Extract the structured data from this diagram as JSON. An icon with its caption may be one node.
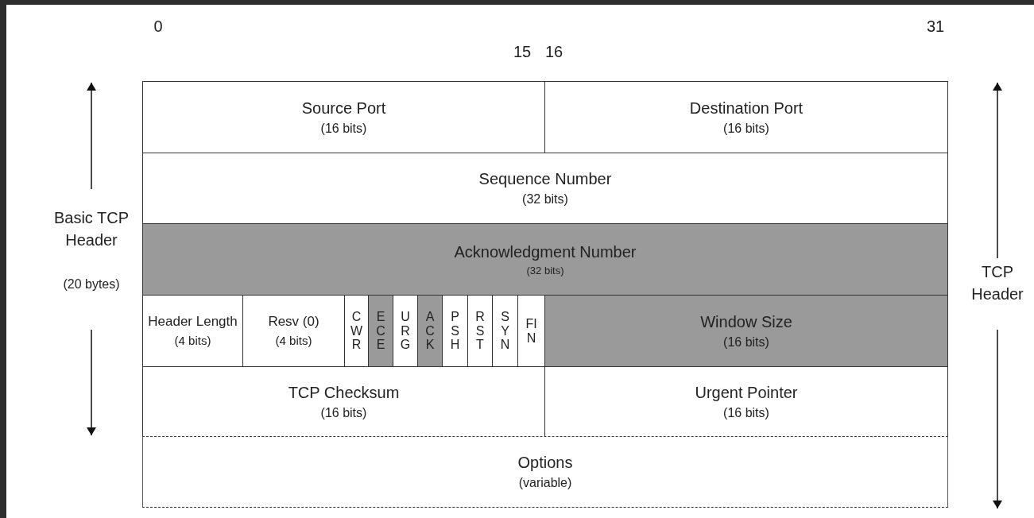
{
  "diagram": {
    "nodes": [
      {
        "text": [
          "Source Port",
          "(16 bits)"
        ]
      },
      {
        "text": [
          "Destination Port",
          "(16 bits)"
        ]
      },
      {
        "text": [
          "Sequence Number",
          "(32 bits)"
        ]
      },
      {
        "text": [
          "Acknowledgment Number",
          "(32 bits)"
        ]
      },
      {
        "text": [
          "Header Length",
          "(4 bits)"
        ]
      },
      {
        "text": [
          "Resv (0)",
          "(4 bits)"
        ]
      },
      {
        "text": [
          "CWR"
        ]
      },
      {
        "text": [
          "ECE"
        ]
      },
      {
        "text": [
          "URG"
        ]
      },
      {
        "text": [
          "ACK"
        ]
      },
      {
        "text": [
          "PSH"
        ]
      },
      {
        "text": [
          "RST"
        ]
      },
      {
        "text": [
          "SYN"
        ]
      },
      {
        "text": [
          "FIN"
        ]
      },
      {
        "text": [
          "Window Size",
          "(16 bits)"
        ]
      },
      {
        "text": [
          "TCP Checksum",
          "(16 bits)"
        ]
      },
      {
        "text": [
          "Urgent Pointer",
          "(16 bits)"
        ]
      },
      {
        "text": [
          "Options",
          "(variable)"
        ]
      }
    ],
    "labels": [
      "0",
      "15",
      "16",
      "31",
      "Basic TCP Header",
      "(20 bytes)",
      "TCP Header"
    ]
  }
}
